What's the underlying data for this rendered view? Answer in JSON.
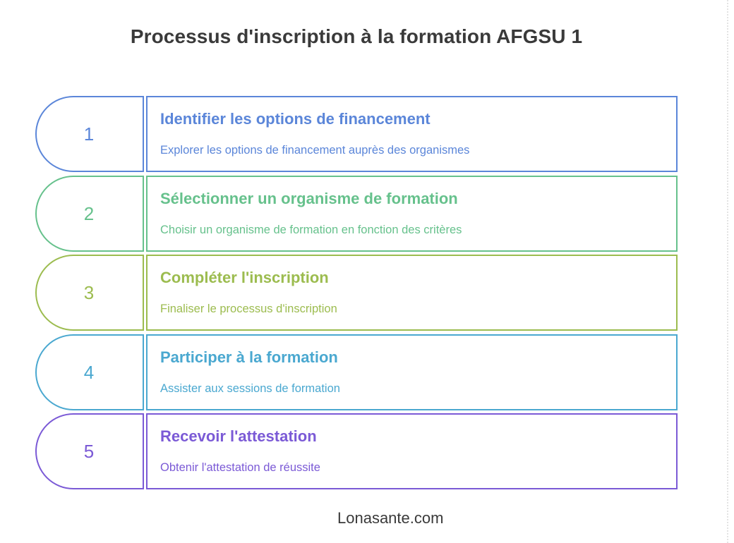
{
  "title": "Processus d'inscription à la formation AFGSU 1",
  "steps": [
    {
      "number": "1",
      "title": "Identifier les options de financement",
      "description": "Explorer les options de financement auprès des organismes",
      "color": "#5b86d9"
    },
    {
      "number": "2",
      "title": "Sélectionner un organisme de formation",
      "description": "Choisir un organisme de formation en fonction des critères",
      "color": "#66c18c"
    },
    {
      "number": "3",
      "title": "Compléter l'inscription",
      "description": "Finaliser le processus d'inscription",
      "color": "#9cbc4f"
    },
    {
      "number": "4",
      "title": "Participer à la formation",
      "description": "Assister aux sessions de formation",
      "color": "#4aa8d0"
    },
    {
      "number": "5",
      "title": "Recevoir l'attestation",
      "description": "Obtenir l'attestation de réussite",
      "color": "#7b5ad6"
    }
  ],
  "footer": "Lonasante.com"
}
